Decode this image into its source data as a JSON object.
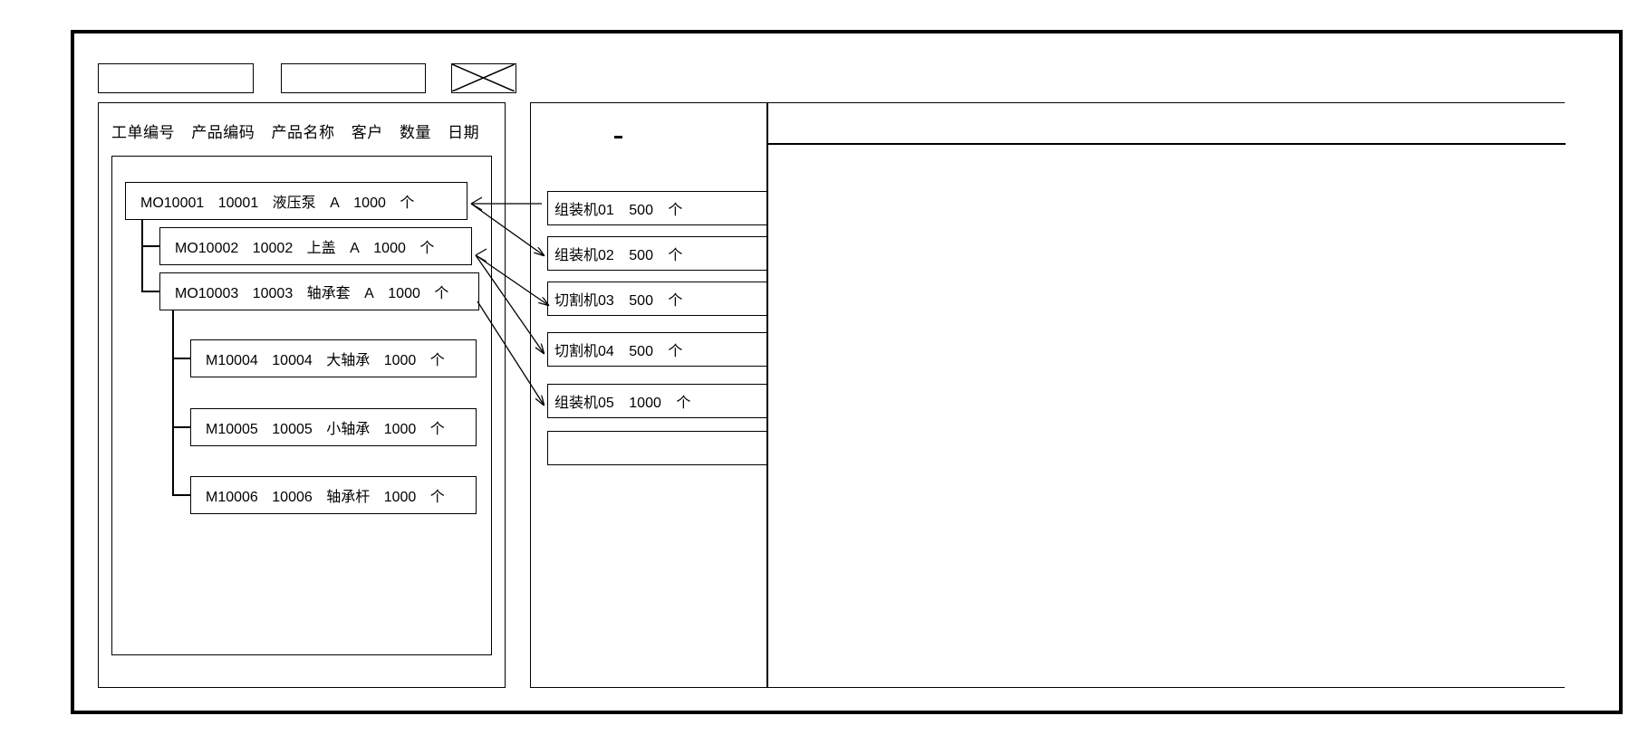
{
  "window": {
    "title": ""
  },
  "toolbar": {
    "field_1_value": "",
    "field_2_value": "",
    "placeholder_icon": "crossed-box-placeholder-icon"
  },
  "left_panel": {
    "columns": [
      "工单编号",
      "产品编码",
      "产品名称",
      "客户",
      "数量",
      "日期"
    ],
    "rows": [
      {
        "order_no": "MO10001",
        "product_code": "10001",
        "product_name": "液压泵",
        "customer": "A",
        "qty": "1000",
        "unit": "个",
        "level": 0
      },
      {
        "order_no": "MO10002",
        "product_code": "10002",
        "product_name": "上盖",
        "customer": "A",
        "qty": "1000",
        "unit": "个",
        "level": 1
      },
      {
        "order_no": "MO10003",
        "product_code": "10003",
        "product_name": "轴承套",
        "customer": "A",
        "qty": "1000",
        "unit": "个",
        "level": 1
      },
      {
        "order_no": "M10004",
        "product_code": "10004",
        "product_name": "大轴承",
        "customer": "",
        "qty": "1000",
        "unit": "个",
        "level": 2
      },
      {
        "order_no": "M10005",
        "product_code": "10005",
        "product_name": "小轴承",
        "customer": "",
        "qty": "1000",
        "unit": "个",
        "level": 2
      },
      {
        "order_no": "M10006",
        "product_code": "10006",
        "product_name": "轴承杆",
        "customer": "",
        "qty": "1000",
        "unit": "个",
        "level": 2
      }
    ]
  },
  "middle_panel": {
    "marker": "-",
    "items": [
      {
        "machine": "组装机01",
        "qty": "500",
        "unit": "个"
      },
      {
        "machine": "组装机02",
        "qty": "500",
        "unit": "个"
      },
      {
        "machine": "切割机03",
        "qty": "500",
        "unit": "个"
      },
      {
        "machine": "切割机04",
        "qty": "500",
        "unit": "个"
      },
      {
        "machine": "组装机05",
        "qty": "1000",
        "unit": "个"
      },
      {
        "machine": "",
        "qty": "",
        "unit": ""
      }
    ]
  },
  "right_panel": {
    "header_text": "",
    "body_text": ""
  },
  "colors": {
    "line": "#000000",
    "background": "#ffffff"
  }
}
